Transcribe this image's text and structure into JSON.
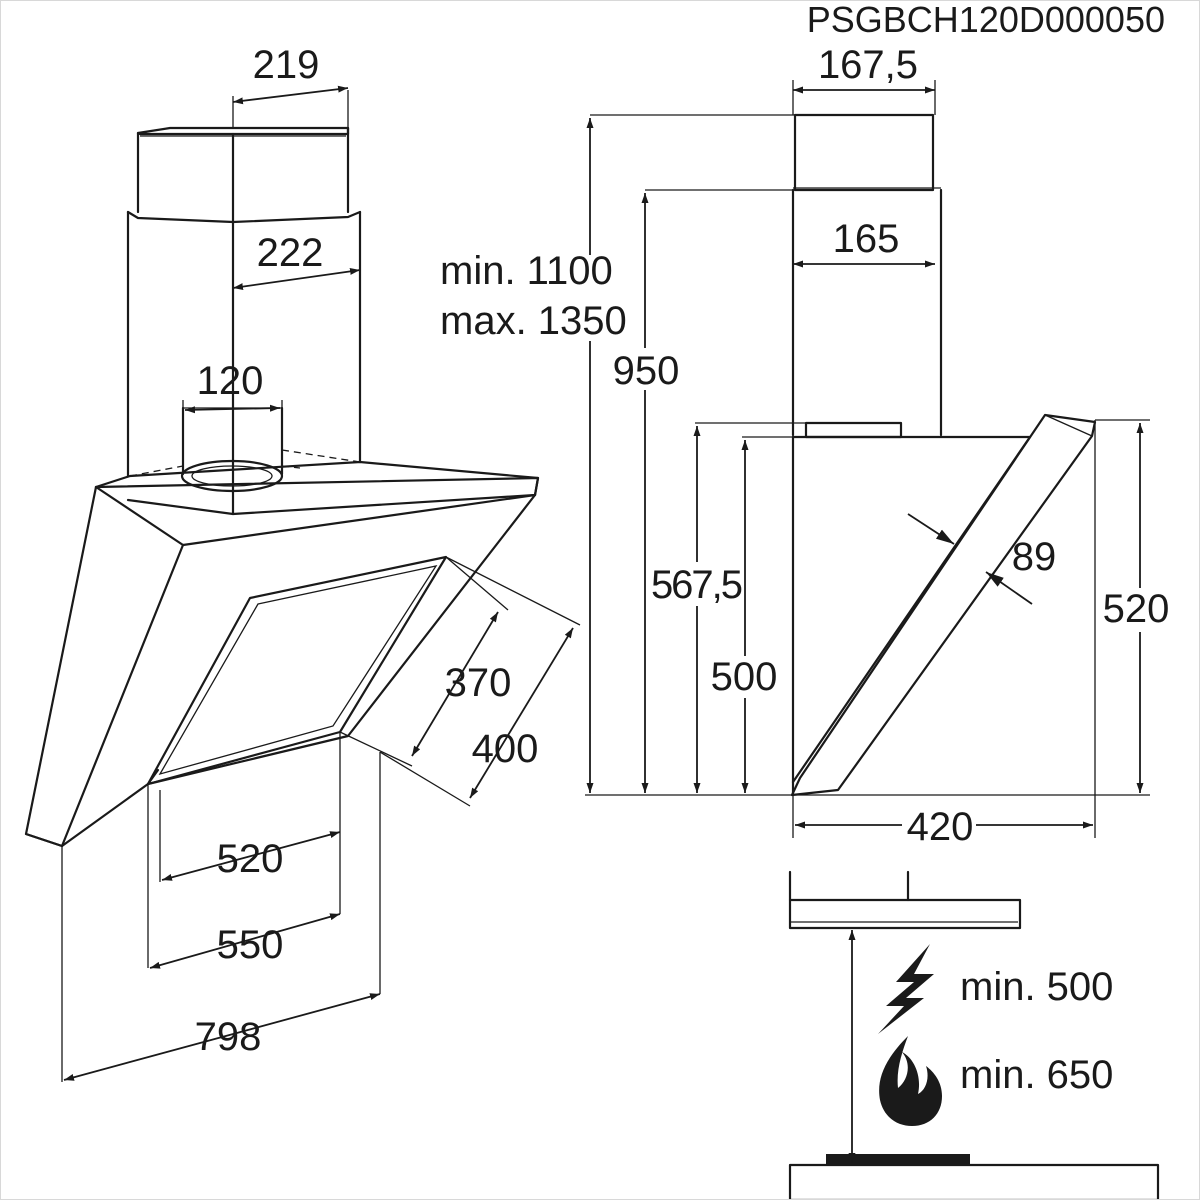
{
  "code": "PSGBCH120D000050",
  "perspective": {
    "upper_chimney_width": "219",
    "lower_chimney_width": "222",
    "outlet_diameter": "120",
    "panel_height": "370",
    "hood_height": "400",
    "panel_width": "520",
    "base_width": "550",
    "total_width": "798"
  },
  "side": {
    "top_width": "167,5",
    "chimney_width": "165",
    "total_height_min": "min. 1100",
    "total_height_max": "max. 1350",
    "chimney_height": "950",
    "body_height": "567,5",
    "hood_height": "500",
    "panel_thickness": "89",
    "hood_depth": "420",
    "front_height": "520"
  },
  "installation": {
    "electric_min": "min. 500",
    "gas_min": "min. 650",
    "electric_icon": "lightning-icon",
    "gas_icon": "flame-icon"
  }
}
